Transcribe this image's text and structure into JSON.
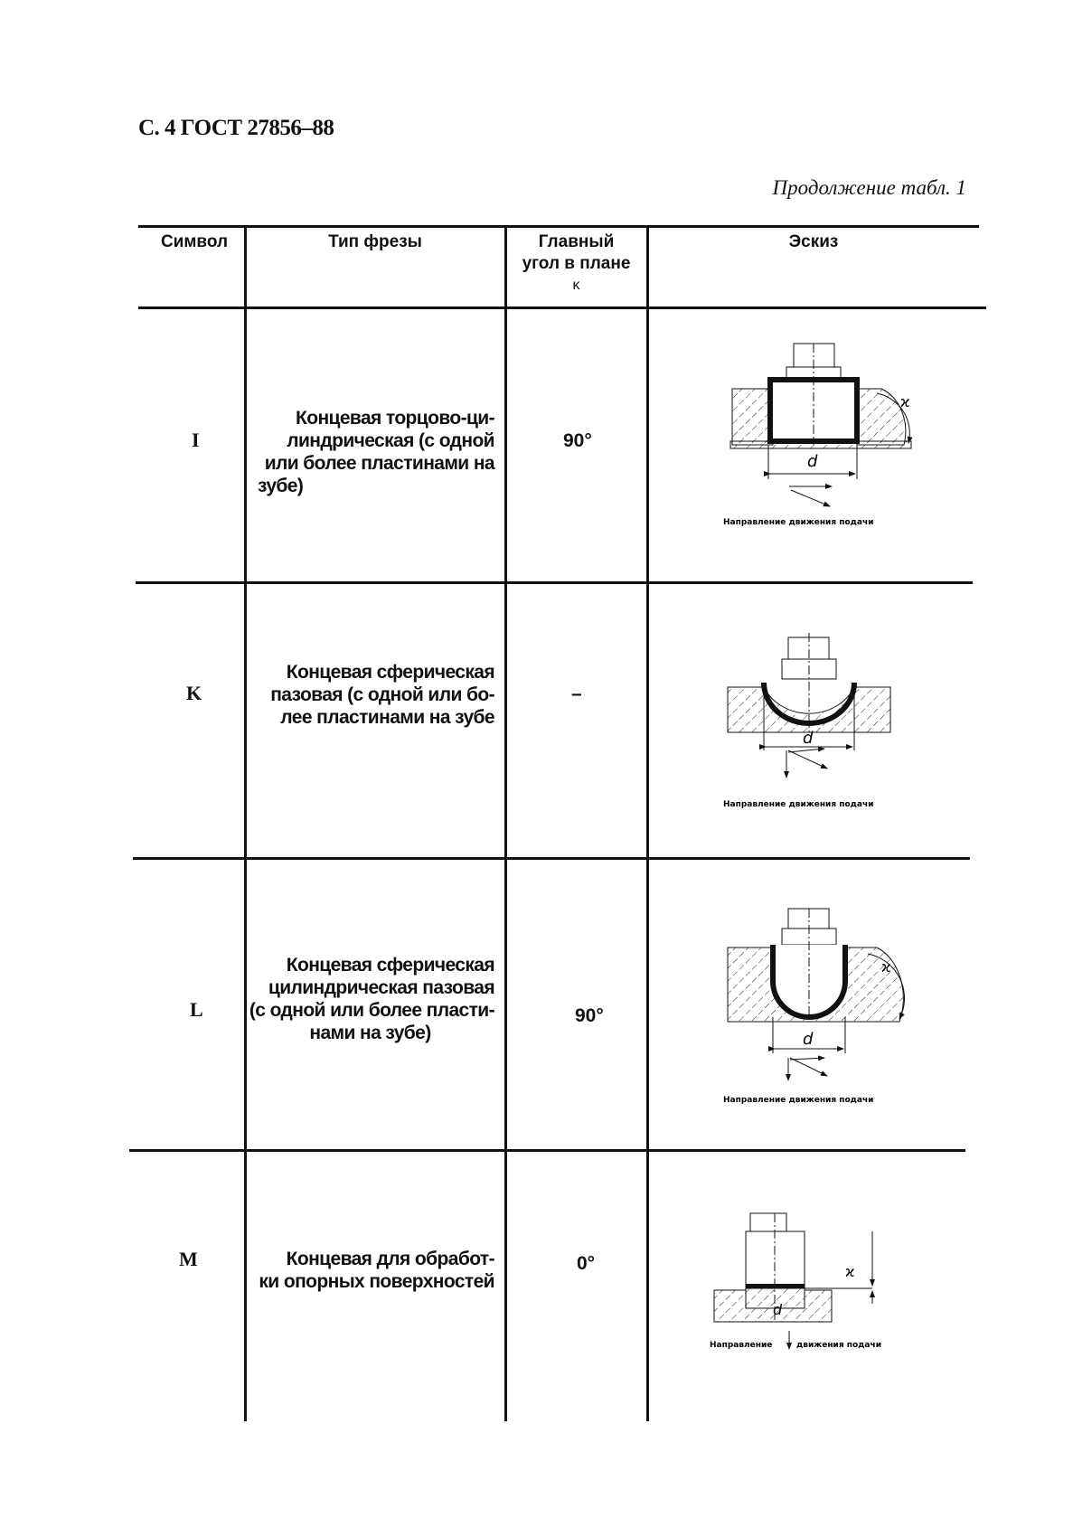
{
  "header": {
    "title": "С. 4 ГОСТ 27856–88",
    "continuation": "Продолжение табл. 1"
  },
  "table": {
    "columns": {
      "symbol": "Символ",
      "type": "Тип фрезы",
      "angle_line1": "Главный",
      "angle_line2": "угол в плане",
      "angle_line3": "κ",
      "sketch": "Эскиз"
    },
    "rows": [
      {
        "symbol": "I",
        "type_lines": [
          "Концевая торцово-ци-",
          "линдрическая (с одной",
          "или более пластинами на",
          "зубе)"
        ],
        "angle": "90°",
        "sketch": {
          "dim": "d",
          "kappa": "ϰ",
          "caption": "Направление движения подачи"
        }
      },
      {
        "symbol": "K",
        "type_lines": [
          "Концевая сферическая",
          "пазовая (с одной или бо-",
          "лее пластинами на зубе"
        ],
        "angle": "–",
        "sketch": {
          "dim": "d",
          "caption": "Направление движения подачи"
        }
      },
      {
        "symbol": "L",
        "type_lines": [
          "Концевая сферическая",
          "цилиндрическая пазовая",
          "(с одной или более пласти-",
          "нами на зубе)"
        ],
        "angle": "90°",
        "sketch": {
          "dim": "d",
          "kappa": "ϰ",
          "caption": "Направление движения подачи"
        }
      },
      {
        "symbol": "M",
        "type_lines": [
          "Концевая для обработ-",
          "ки опорных поверхностей"
        ],
        "angle": "0°",
        "sketch": {
          "dim": "d",
          "kappa": "ϰ",
          "caption_left": "Направление",
          "caption_right": "движения подачи"
        }
      }
    ]
  }
}
